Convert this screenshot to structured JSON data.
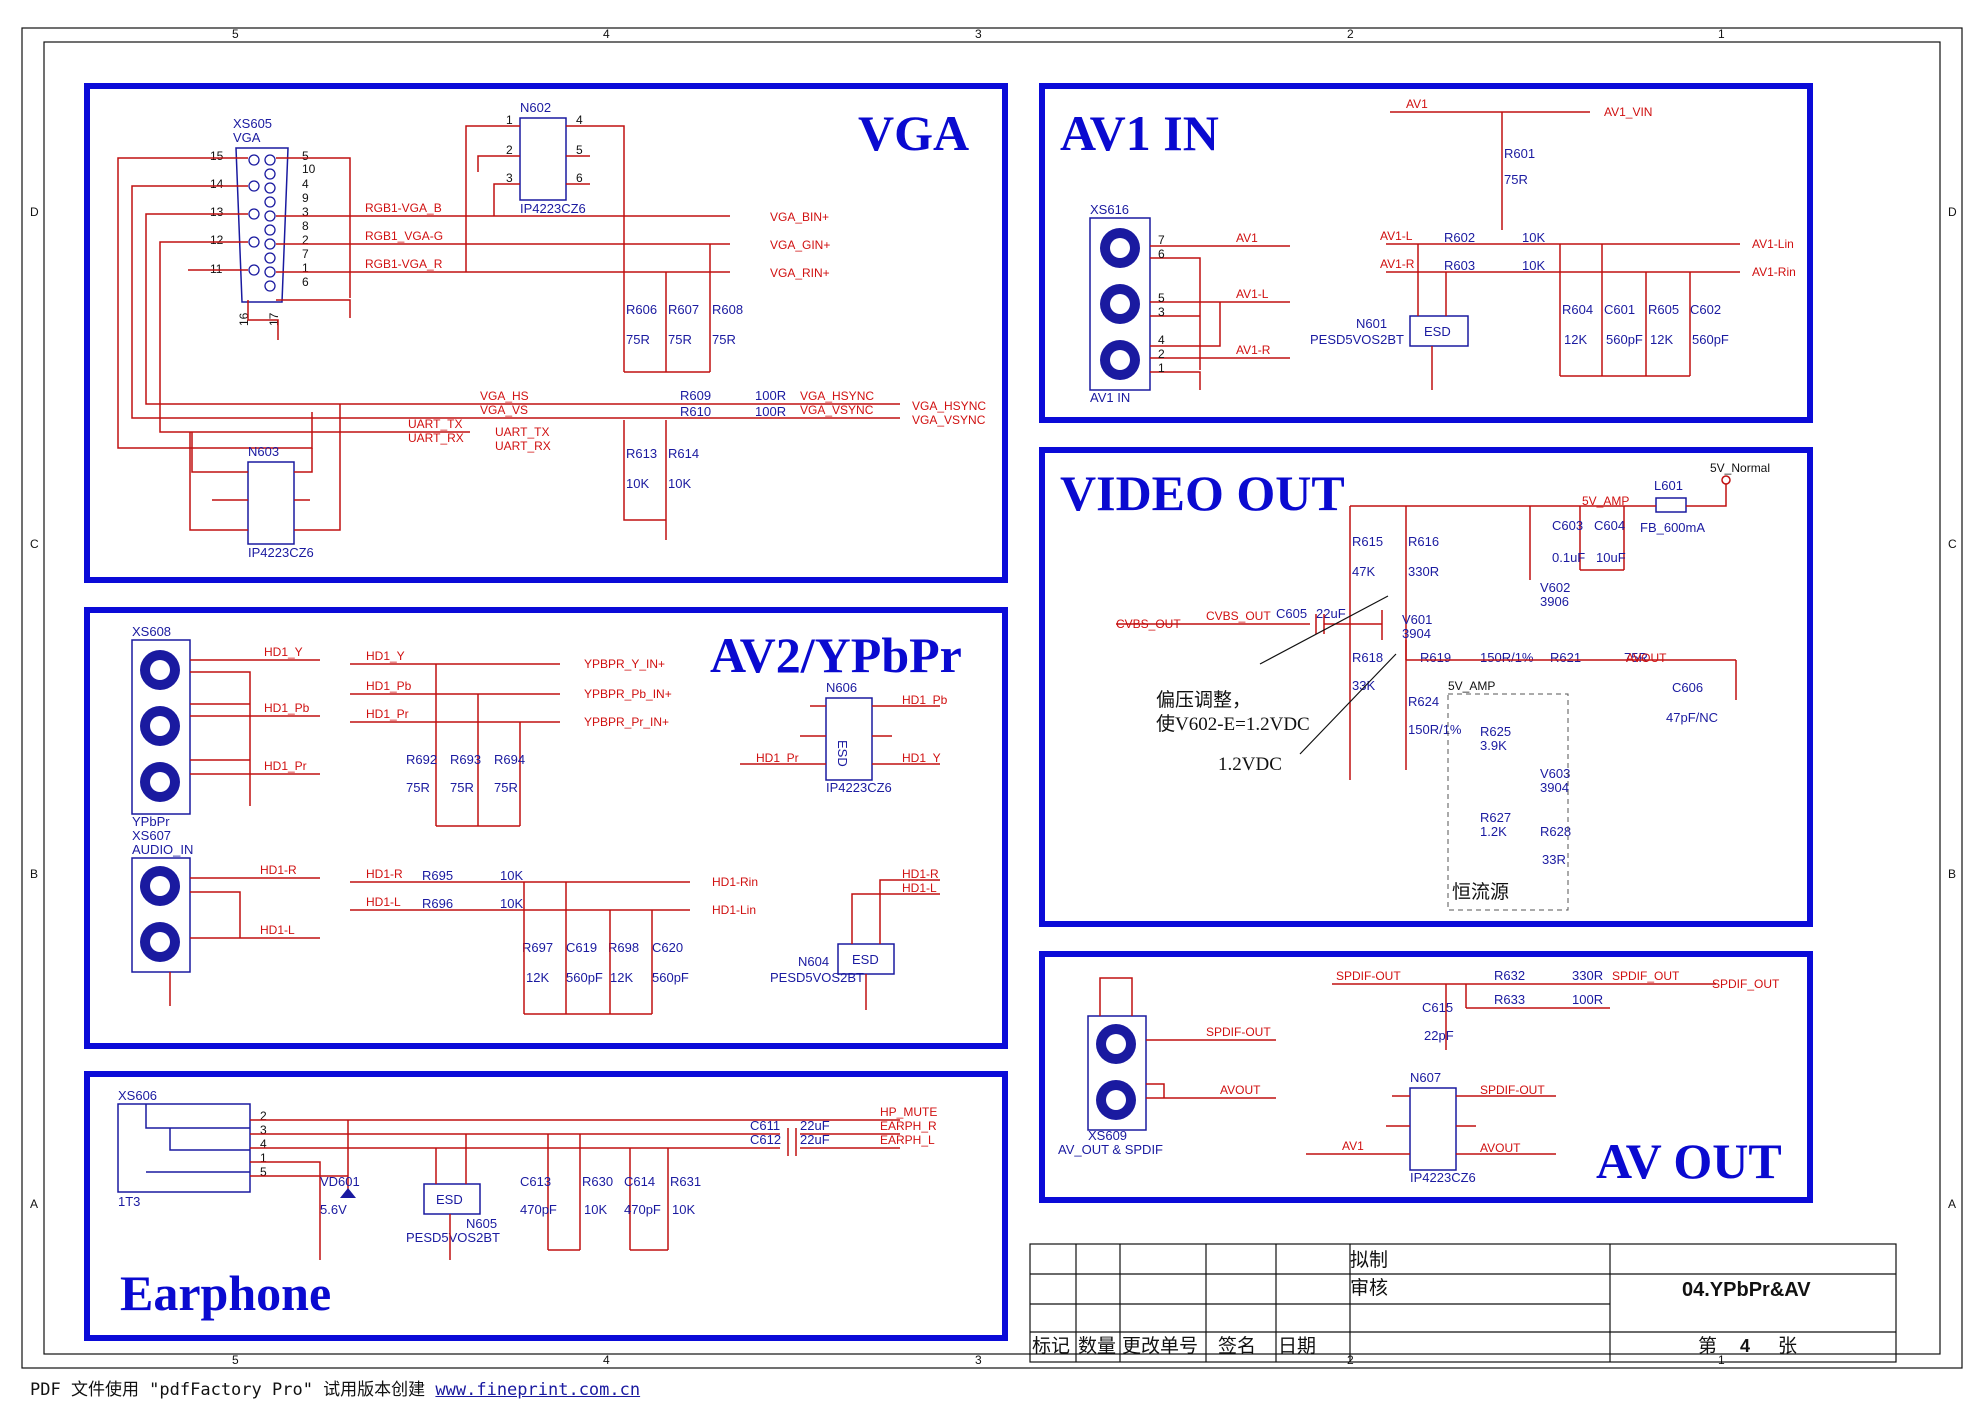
{
  "footer": {
    "text": "PDF 文件使用 \"pdfFactory Pro\" 试用版本创建 ",
    "link": "www.fineprint.com.cn"
  },
  "border": {
    "top_numbers": [
      "5",
      "4",
      "3",
      "2",
      "1"
    ],
    "side_letters": [
      "D",
      "C",
      "B",
      "A"
    ]
  },
  "sections": {
    "vga": {
      "title": "VGA",
      "connector": "XS605",
      "connector_sub": "VGA",
      "ic1": "N602",
      "ic1_part": "IP4223CZ6",
      "ic2": "N603",
      "ic2_part": "IP4223CZ6",
      "nets": [
        "RGB1-VGA_B",
        "RGB1_VGA-G",
        "RGB1-VGA_R",
        "VGA_HS",
        "VGA_VS",
        "UART_TX",
        "UART_RX"
      ],
      "ports": [
        "VGA_BIN+",
        "VGA_GIN+",
        "VGA_RIN+",
        "VGA_HSYNC",
        "VGA_VSYNC",
        "UART_TX",
        "UART_RX"
      ],
      "res": [
        [
          "R606",
          "75R"
        ],
        [
          "R607",
          "75R"
        ],
        [
          "R608",
          "75R"
        ],
        [
          "R609",
          "100R"
        ],
        [
          "R610",
          "100R"
        ],
        [
          "R613",
          "10K"
        ],
        [
          "R614",
          "10K"
        ]
      ],
      "hsync_net": "VGA_HSYNC",
      "vsync_net": "VGA_VSYNC",
      "pins_left": [
        "15",
        "14",
        "13",
        "12",
        "11"
      ],
      "pins_right": [
        "5",
        "10",
        "4",
        "9",
        "3",
        "8",
        "2",
        "7",
        "1",
        "6"
      ],
      "pins_bottom": [
        "16",
        "17"
      ],
      "ic_pins": [
        "1",
        "2",
        "3",
        "4",
        "5",
        "6"
      ]
    },
    "av1": {
      "title": "AV1 IN",
      "connector": "XS616",
      "connector_sub": "AV1 IN",
      "esd": "N601",
      "esd_part": "PESD5VOS2BT",
      "esd_label": "ESD",
      "nets": [
        "AV1",
        "AV1-L",
        "AV1-R"
      ],
      "ports": [
        "AV1_VIN",
        "AV1-Lin",
        "AV1-Rin"
      ],
      "res": [
        [
          "R601",
          "75R"
        ],
        [
          "R602",
          "10K"
        ],
        [
          "R603",
          "10K"
        ],
        [
          "R604",
          "12K"
        ],
        [
          "R605",
          "12K"
        ]
      ],
      "caps": [
        [
          "C601",
          "560pF"
        ],
        [
          "C602",
          "560pF"
        ]
      ],
      "pins": [
        "7",
        "6",
        "5",
        "3",
        "4",
        "2",
        "1"
      ]
    },
    "video": {
      "title": "VIDEO OUT",
      "power": "5V_Normal",
      "amp": "5V_AMP",
      "inductor": "L601",
      "inductor_part": "FB_600mA",
      "caps": [
        [
          "C603",
          "0.1uF"
        ],
        [
          "C604",
          "10uF"
        ],
        [
          "C605",
          "22uF"
        ],
        [
          "C606",
          "47pF/NC"
        ]
      ],
      "res": [
        [
          "R615",
          "47K"
        ],
        [
          "R616",
          "330R"
        ],
        [
          "R618",
          "33K"
        ],
        [
          "R619",
          "150R/1%"
        ],
        [
          "R621",
          "75R"
        ],
        [
          "R624",
          "150R/1%"
        ],
        [
          "R625",
          "3.9K"
        ],
        [
          "R627",
          "1.2K"
        ],
        [
          "R628",
          "33R"
        ]
      ],
      "tr": [
        [
          "V601",
          "3904"
        ],
        [
          "V602",
          "3906"
        ],
        [
          "V603",
          "3904"
        ]
      ],
      "in_port": "CVBS_OUT",
      "in_net": "CVBS_OUT",
      "out_net": "AVOUT",
      "amp_label": "5V_AMP",
      "note1": "偏压调整，",
      "note2": "使V602-E=1.2VDC",
      "note3": "1.2VDC",
      "note4": "恒流源"
    },
    "av2": {
      "title": "AV2/YPbPr",
      "connector": "XS608",
      "connector_sub": "YPbPr",
      "connector2": "XS607",
      "connector2_sub": "AUDIO_IN",
      "ic": "N606",
      "ic_part": "IP4223CZ6",
      "esd_text": "ESD",
      "esd2": "N604",
      "esd2_part": "PESD5VOS2BT",
      "esd2_label": "ESD",
      "nets": [
        "HD1_Y",
        "HD1_Pb",
        "HD1_Pr",
        "HD1-R",
        "HD1-L"
      ],
      "ports": [
        "YPBPR_Y_IN+",
        "YPBPR_Pb_IN+",
        "YPBPR_Pr_IN+",
        "HD1-Rin",
        "HD1-Lin"
      ],
      "res": [
        [
          "R692",
          "75R"
        ],
        [
          "R693",
          "75R"
        ],
        [
          "R694",
          "75R"
        ],
        [
          "R695",
          "10K"
        ],
        [
          "R696",
          "10K"
        ],
        [
          "R697",
          "12K"
        ],
        [
          "R698",
          "12K"
        ]
      ],
      "caps": [
        [
          "C619",
          "560pF"
        ],
        [
          "C620",
          "560pF"
        ]
      ]
    },
    "earphone": {
      "title": "Earphone",
      "connector": "XS606",
      "connector_sub": "1T3",
      "diode": "VD601",
      "diode_val": "5.6V",
      "esd": "N605",
      "esd_part": "PESD5VOS2BT",
      "esd_label": "ESD",
      "ports": [
        "HP_MUTE",
        "EARPH_R",
        "EARPH_L"
      ],
      "caps": [
        [
          "C611",
          "22uF"
        ],
        [
          "C612",
          "22uF"
        ],
        [
          "C613",
          "470pF"
        ],
        [
          "C614",
          "470pF"
        ]
      ],
      "res": [
        [
          "R630",
          "10K"
        ],
        [
          "R631",
          "10K"
        ]
      ],
      "pins": [
        "2",
        "3",
        "4",
        "1",
        "5"
      ]
    },
    "avout": {
      "title": "AV OUT",
      "connector": "XS609",
      "connector_sub": "AV_OUT & SPDIF",
      "ic": "N607",
      "ic_part": "IP4223CZ6",
      "nets": [
        "SPDIF-OUT",
        "AVOUT",
        "AV1"
      ],
      "port": "SPDIF_OUT",
      "spdif_net2": "SPDIF_OUT",
      "res": [
        [
          "R632",
          "330R"
        ],
        [
          "R633",
          "100R"
        ]
      ],
      "caps": [
        [
          "C615",
          "22pF"
        ]
      ]
    }
  },
  "titleblock": {
    "drawn": "拟制",
    "check": "审核",
    "name": "04.YPbPr&AV",
    "cols": [
      "标记",
      "数量",
      "更改单号",
      "签名",
      "日期"
    ],
    "sheet_pre": "第",
    "sheet_no": "4",
    "sheet_post": "张"
  }
}
